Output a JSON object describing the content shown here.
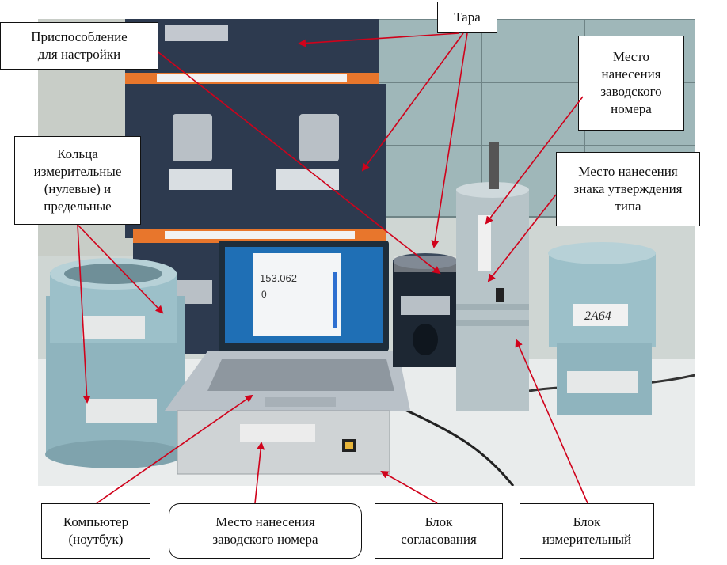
{
  "labels": {
    "tara": "Тара",
    "fixture": "Приспособление\nдля настройки",
    "rings": "Кольца\nизмерительные\n(нулевые) и\nпредельные",
    "serial_place_top": "Место\nнанесения\nзаводского\nномера",
    "type_mark": "Место нанесения\nзнака утверждения\nтипа",
    "computer": "Компьютер\n(ноутбук)",
    "serial_place_bottom": "Место нанесения\nзаводского номера",
    "matching_unit": "Блок\nсогласования",
    "measuring_unit": "Блок\nизмерительный"
  },
  "photo": {
    "ring_tag_2a64": "2А64",
    "screen_value_1": "153.062",
    "screen_value_2": "0"
  },
  "colors": {
    "arrow": "#d0021b",
    "case_dark": "#2d3a4f",
    "case_orange": "#e8762c",
    "metal_blue": "#8fb4be",
    "cylinder": "#b7c4c8",
    "table": "#e9ecec"
  }
}
